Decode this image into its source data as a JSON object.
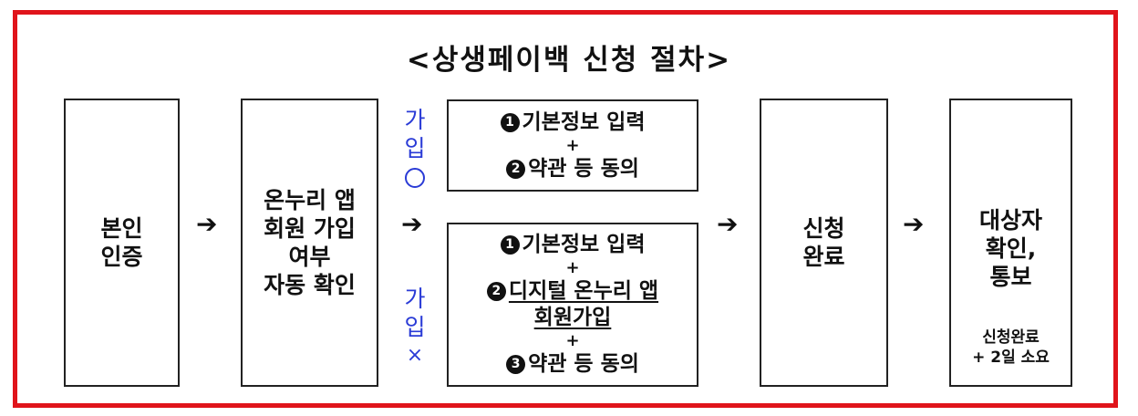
{
  "title": "<상생페이백 신청 절차>",
  "boxes": {
    "auth": [
      "본인",
      "인증"
    ],
    "check": [
      "온누리 앱",
      "회원 가입",
      "여부",
      "자동 확인"
    ],
    "complete": [
      "신청",
      "완료"
    ],
    "notify": [
      "대상자",
      "확인,",
      "통보"
    ]
  },
  "signed_up": {
    "label": [
      "가",
      "입"
    ],
    "step1_num": "❶",
    "step1": "기본정보 입력",
    "plus": "+",
    "step2_num": "❷",
    "step2": "약관 등 동의"
  },
  "not_signed_up": {
    "label": [
      "가",
      "입"
    ],
    "mark": "×",
    "step1_num": "❶",
    "step1": "기본정보 입력",
    "plus": "+",
    "step2_num": "❷",
    "step2_line1": "디지털 온누리 앱",
    "step2_line2": "회원가입",
    "step3_num": "❸",
    "step3": "약관 등 동의"
  },
  "note": [
    "신청완료",
    "+ 2일 소요"
  ],
  "arrow": "➔"
}
